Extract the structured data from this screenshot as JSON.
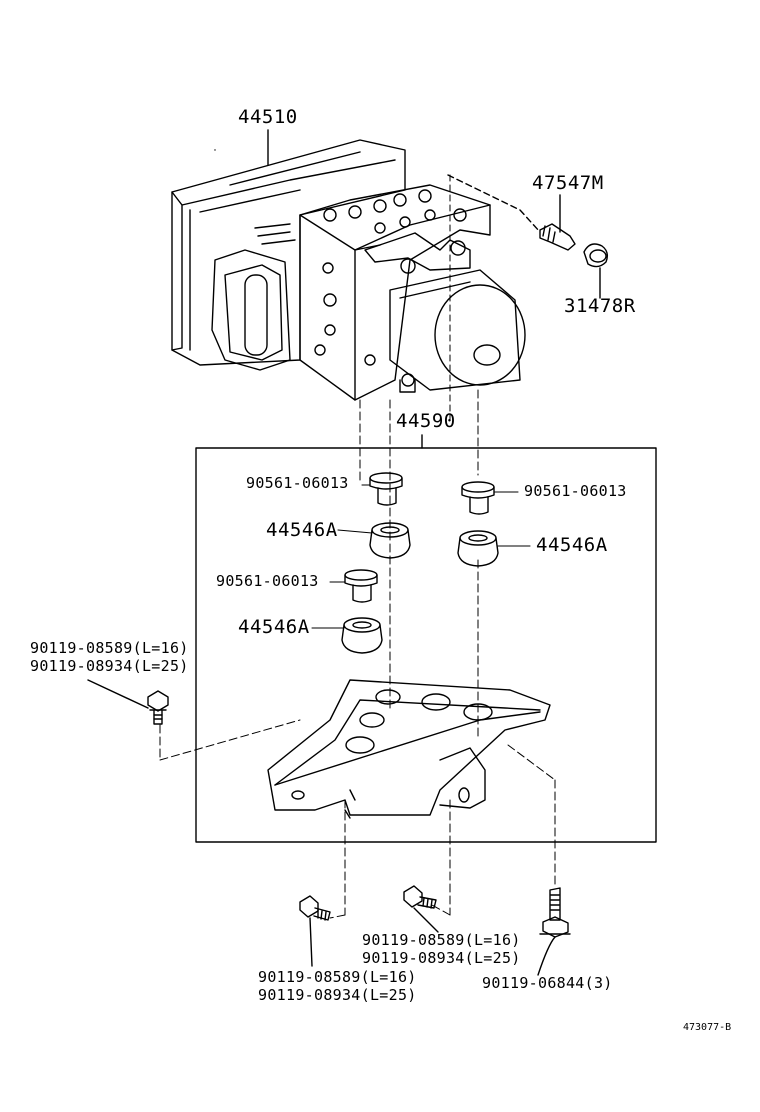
{
  "labels": {
    "actuator_assy": "44510",
    "bleeder_plug": "47547M",
    "bleeder_cap": "31478R",
    "bracket_assy": "44590",
    "collar_top_left": "90561-06013",
    "collar_top_right": "90561-06013",
    "collar_lower_left": "90561-06013",
    "cushion_upper_left": "44546A",
    "cushion_right": "44546A",
    "cushion_lower_left": "44546A",
    "bolt_left_line1": "90119-08589(L=16)",
    "bolt_left_line2": "90119-08934(L=25)",
    "bolt_bottom_center_line1": "90119-08589(L=16)",
    "bolt_bottom_center_line2": "90119-08934(L=25)",
    "bolt_bottom_left_line1": "90119-08589(L=16)",
    "bolt_bottom_left_line2": "90119-08934(L=25)",
    "bolt_right": "90119-06844(3)",
    "figure_ref": "473077-B"
  },
  "colors": {
    "line": "#000000",
    "background": "#ffffff"
  }
}
